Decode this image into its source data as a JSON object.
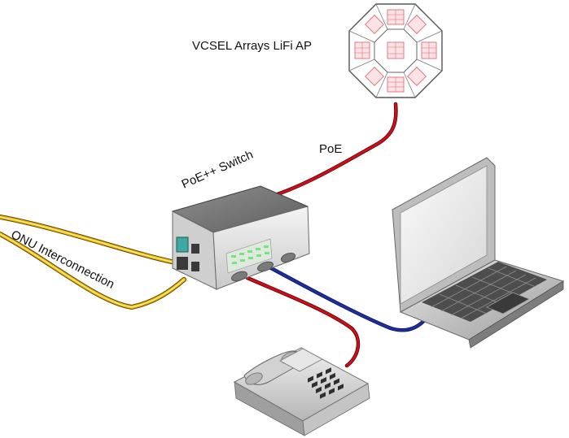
{
  "labels": {
    "access_point": "VCSEL Arrays LiFi AP",
    "poe": "PoE",
    "switch": "PoE++ Switch",
    "onu": "ONU Interconnection"
  },
  "colors": {
    "poe_cable": "#c8101c",
    "lan_cable": "#1c2f9e",
    "fiber": "#f5b800",
    "vcsel": "#e46b73",
    "switch_led": "#78e37f",
    "device_gray": "#9a9a9a"
  }
}
